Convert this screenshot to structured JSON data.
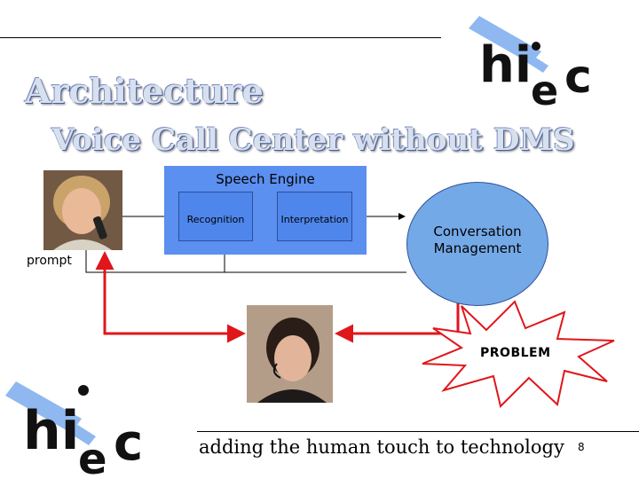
{
  "slide": {
    "title": "Architecture",
    "subtitle": "Voice Call Center without DMS",
    "tagline": "adding the human touch to technology",
    "page_number": "8"
  },
  "logo": {
    "wordmark": "hiec"
  },
  "diagram": {
    "speech_engine_label": "Speech Engine",
    "recognition_label": "Recognition",
    "interpretation_label": "Interpretation",
    "conversation_label_line1": "Conversation",
    "conversation_label_line2": "Management",
    "prompt_label": "prompt",
    "problem_label": "PROBLEM"
  },
  "colors": {
    "engine": "#5b8ff0",
    "conversation": "#74a9e8",
    "human_path": "#e0161b",
    "problem_burst": "#ffffff"
  },
  "icons": {
    "caller": "woman-with-phone-photo",
    "agent": "woman-with-headset-photo"
  }
}
